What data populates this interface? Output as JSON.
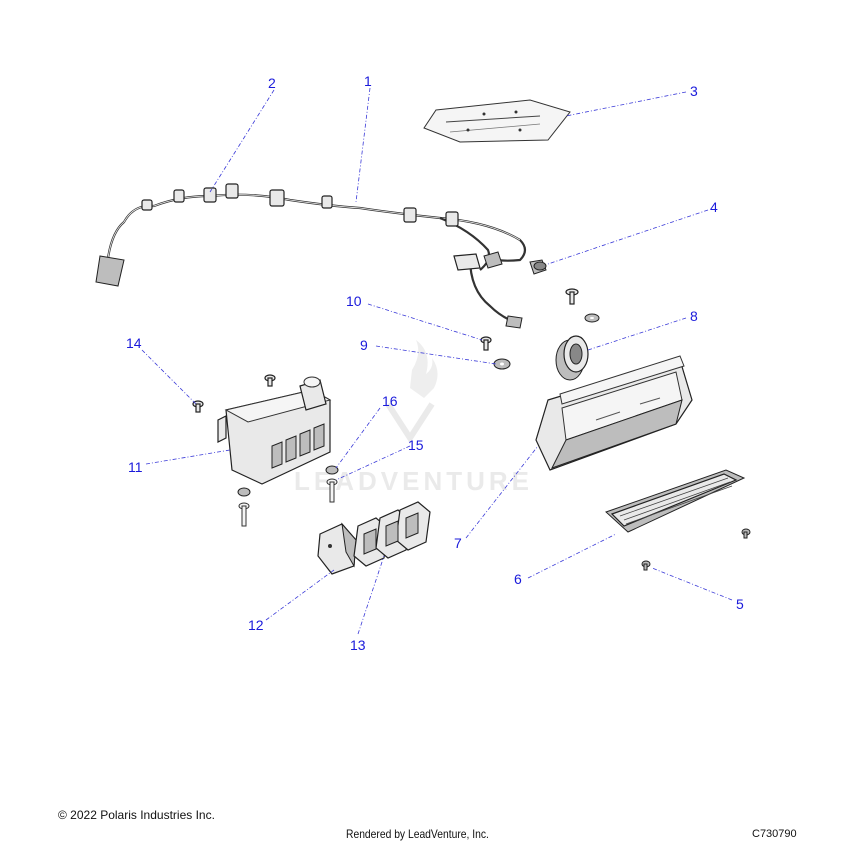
{
  "watermark": {
    "text": "LEADVENTURE"
  },
  "callouts": [
    {
      "id": "1",
      "label": "1"
    },
    {
      "id": "2",
      "label": "2"
    },
    {
      "id": "3",
      "label": "3"
    },
    {
      "id": "4",
      "label": "4"
    },
    {
      "id": "5",
      "label": "5"
    },
    {
      "id": "6",
      "label": "6"
    },
    {
      "id": "7",
      "label": "7"
    },
    {
      "id": "8",
      "label": "8"
    },
    {
      "id": "9",
      "label": "9"
    },
    {
      "id": "10",
      "label": "10"
    },
    {
      "id": "11",
      "label": "11"
    },
    {
      "id": "12",
      "label": "12"
    },
    {
      "id": "13",
      "label": "13"
    },
    {
      "id": "14",
      "label": "14"
    },
    {
      "id": "15",
      "label": "15"
    },
    {
      "id": "16",
      "label": "16"
    }
  ],
  "footer": {
    "copyright": "© 2022 Polaris Industries Inc.",
    "rendered_by": "Rendered by LeadVenture, Inc.",
    "diagram_code": "C730790"
  },
  "colors": {
    "callout": "#1a1adb",
    "leader": "#3a3ad8",
    "line_art": "#222222"
  }
}
